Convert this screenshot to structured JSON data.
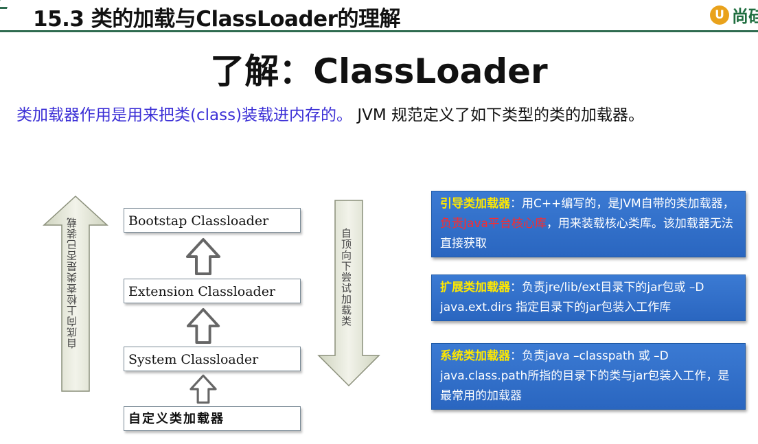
{
  "header": {
    "section_title": "15.3 类的加载与ClassLoader的理解",
    "logo_text": "尚硅"
  },
  "main": {
    "title": "了解：ClassLoader",
    "intro_blue": "类加载器作用是用来把类(class)装载进内存的。",
    "intro_rest": "JVM 规范定义了如下类型的类的加载器。"
  },
  "diagram": {
    "left_arrow_label": "自底向上检查类是否已装载",
    "right_arrow_label": "自顶向下尝试加载类",
    "loaders": [
      "Bootstap Classloader",
      "Extension Classloader",
      "System Classloader",
      "自定义类加载器"
    ]
  },
  "info_boxes": {
    "bootstrap": {
      "title": "引导类加载器",
      "text1": "：用C++编写的，是JVM自带的类加载器，",
      "red": "负责Java平台核心库",
      "text2": "，用来装载核心类库。该加载器无法直接获取"
    },
    "extension": {
      "title": "扩展类加载器",
      "text": "：负责jre/lib/ext目录下的jar包或 –D java.ext.dirs 指定目录下的jar包装入工作库"
    },
    "system": {
      "title": "系统类加载器",
      "text": "：负责java –classpath 或 –D java.class.path所指的目录下的类与jar包装入工作，是最常用的加载器"
    }
  },
  "colors": {
    "info_bg": "#2f6fc9",
    "highlight": "#ffe800",
    "header_line": "#2e6b4f"
  }
}
